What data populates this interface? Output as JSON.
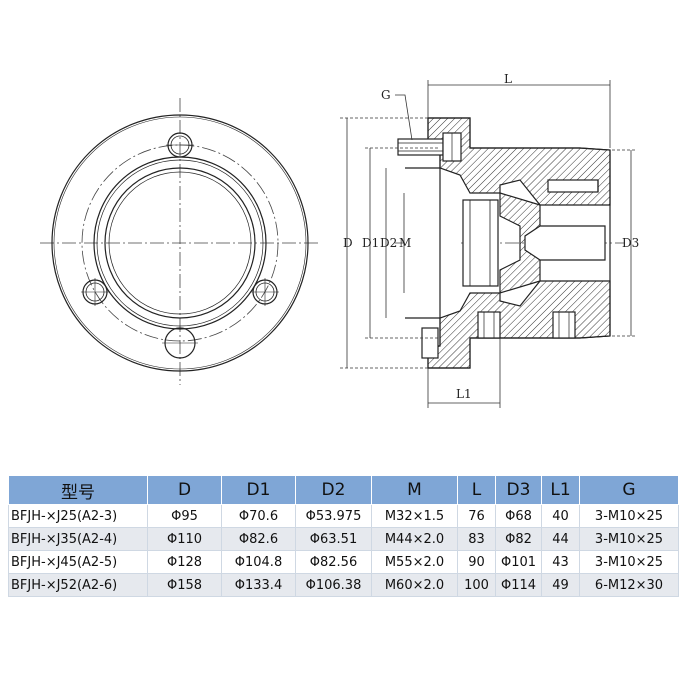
{
  "drawing": {
    "labels": {
      "L": "L",
      "G": "G",
      "D": "D",
      "D1": "D1",
      "D2": "D2",
      "M": "M",
      "D3": "D3",
      "L1": "L1"
    }
  },
  "table": {
    "header_color": "#7fa6d6",
    "headers": [
      "型号",
      "D",
      "D1",
      "D2",
      "M",
      "L",
      "D3",
      "L1",
      "G"
    ],
    "rows": [
      [
        "BFJH-×J25(A2-3)",
        "Φ95",
        "Φ70.6",
        "Φ53.975",
        "M32×1.5",
        "76",
        "Φ68",
        "40",
        "3-M10×25"
      ],
      [
        "BFJH-×J35(A2-4)",
        "Φ110",
        "Φ82.6",
        "Φ63.51",
        "M44×2.0",
        "83",
        "Φ82",
        "44",
        "3-M10×25"
      ],
      [
        "BFJH-×J45(A2-5)",
        "Φ128",
        "Φ104.8",
        "Φ82.56",
        "M55×2.0",
        "90",
        "Φ101",
        "43",
        "3-M10×25"
      ],
      [
        "BFJH-×J52(A2-6)",
        "Φ158",
        "Φ133.4",
        "Φ106.38",
        "M60×2.0",
        "100",
        "Φ114",
        "49",
        "6-M12×30"
      ]
    ]
  }
}
